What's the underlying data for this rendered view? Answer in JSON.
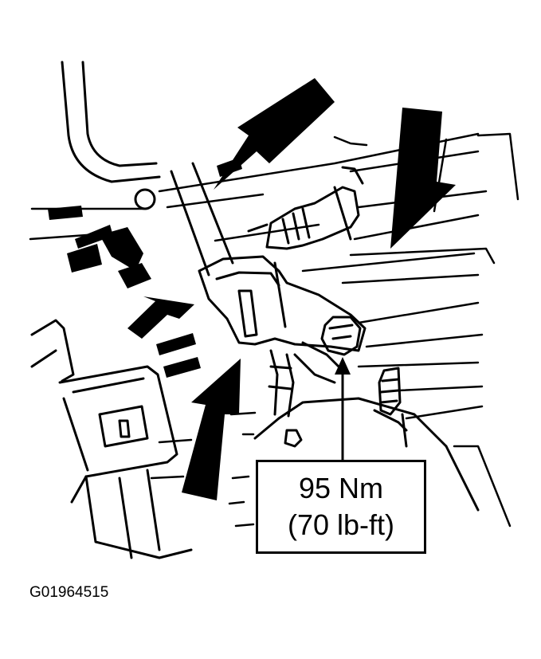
{
  "callout": {
    "metric": "95 Nm",
    "imperial": "(70 lb-ft)"
  },
  "figure_id": "G01964515",
  "colors": {
    "ink": "#000000",
    "paper": "#ffffff"
  },
  "icons": [
    "arrow-icon",
    "bolt-icon"
  ]
}
